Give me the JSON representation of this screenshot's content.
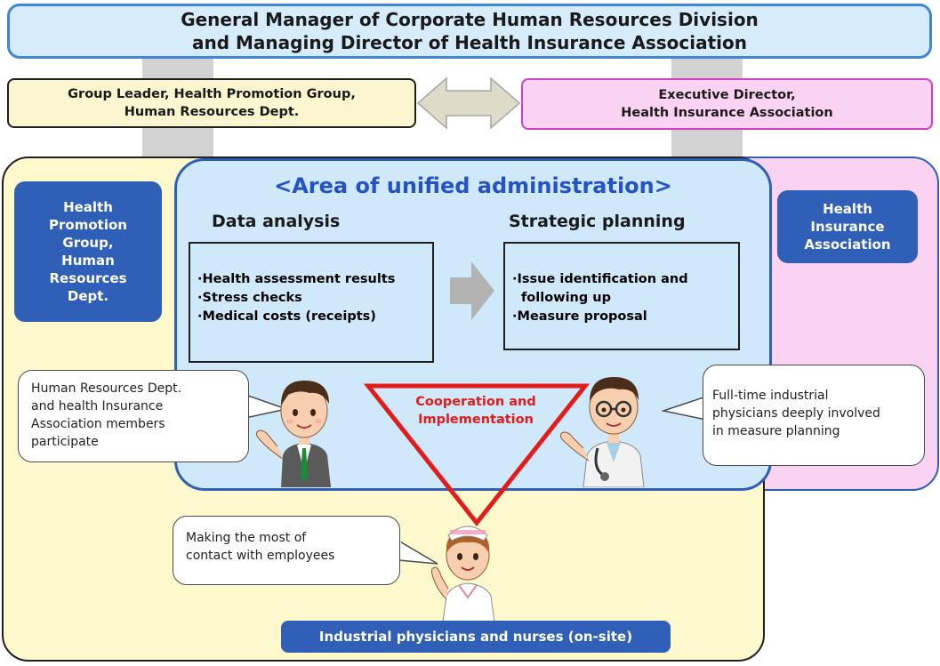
{
  "top_box": {
    "line1": "General Manager of Corporate Human Resources Division",
    "line2": "and Managing Director of Health Insurance Association"
  },
  "left_leader": {
    "line1": "Group Leader, Health Promotion Group,",
    "line2": "Human Resources Dept."
  },
  "right_leader": {
    "line1": "Executive Director,",
    "line2": "Health Insurance Association"
  },
  "left_group_label": [
    "Health",
    "Promotion",
    "Group,",
    "Human",
    "Resources",
    "Dept."
  ],
  "right_group_label": [
    "Health",
    "Insurance",
    "Association"
  ],
  "unified_area": {
    "title": "<Area of unified administration>",
    "data_analysis": {
      "heading": "Data analysis",
      "items": [
        "·Health assessment results",
        "·Stress checks",
        "·Medical costs (receipts)"
      ]
    },
    "strategic_planning": {
      "heading": "Strategic planning",
      "items": [
        "·Issue identification and",
        "following up",
        "·Measure proposal"
      ]
    }
  },
  "cooperation": {
    "line1": "Cooperation and",
    "line2": "Implementation"
  },
  "bubbles": {
    "hr": [
      "Human Resources Dept.",
      "and health Insurance",
      "Association members",
      "participate"
    ],
    "physician": [
      "Full-time industrial",
      "physicians deeply involved",
      "in measure planning"
    ],
    "nurse": [
      "Making the most of",
      "contact with employees"
    ]
  },
  "bottom_label": "Industrial physicians and nurses (on-site)",
  "colors": {
    "top_box_fill": "#d6ecfb",
    "top_box_border": "#3f86d8",
    "left_leader_fill": "#fbf6cf",
    "right_leader_fill": "#fbd3f2",
    "right_leader_border": "#d23fc2",
    "yellow_area": "#fdf9cd",
    "pink_area": "#fbd3f2",
    "unified_fill": "#cfe9fb",
    "unified_border": "#2f5fb6",
    "label_blue": "#2f5fb6",
    "triangle_red": "#e21b1b"
  }
}
